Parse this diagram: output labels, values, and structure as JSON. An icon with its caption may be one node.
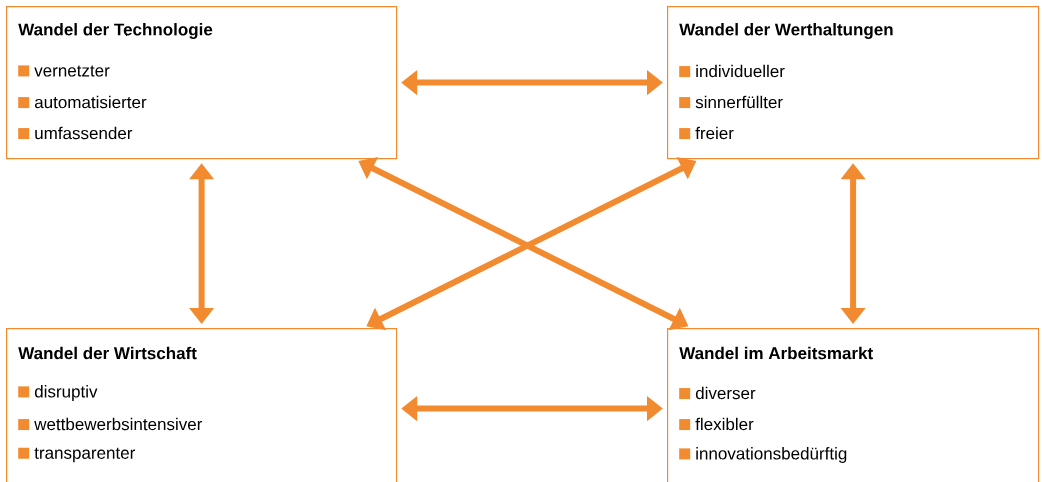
{
  "diagram": {
    "nodes": [
      {
        "text": [
          "Wandel der Technologie",
          "vernetzter",
          "automatisierter",
          "umfassender"
        ]
      },
      {
        "text": [
          "Wandel der Werthaltungen",
          "individueller",
          "sinnerfüllter",
          "freier"
        ]
      },
      {
        "text": [
          "Wandel der Wirtschaft",
          "disruptiv",
          "wettbewerbsintensiver",
          "transparenter"
        ]
      },
      {
        "text": [
          "Wandel im Arbeitsmarkt",
          "diverser",
          "flexibler",
          "innovationsbedürftig"
        ]
      }
    ],
    "edges": [
      {
        "from": 0,
        "to": 1,
        "arrow": "both"
      },
      {
        "from": 0,
        "to": 2,
        "arrow": "both"
      },
      {
        "from": 0,
        "to": 3,
        "arrow": "both"
      },
      {
        "from": 1,
        "to": 2,
        "arrow": "both"
      },
      {
        "from": 1,
        "to": 3,
        "arrow": "both"
      },
      {
        "from": 2,
        "to": 3,
        "arrow": "both"
      }
    ]
  }
}
